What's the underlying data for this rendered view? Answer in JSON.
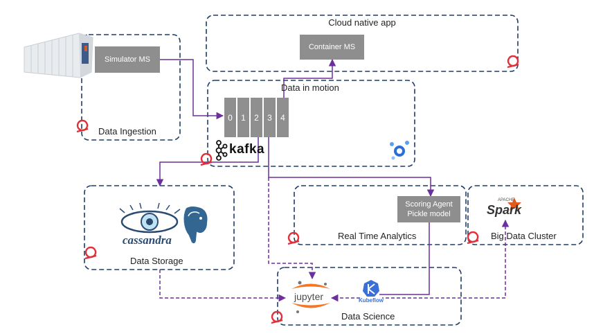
{
  "zones": {
    "cloud_native_app": "Cloud native app",
    "data_in_motion": "Data in motion",
    "data_ingestion": "Data Ingestion",
    "data_storage": "Data Storage",
    "real_time_analytics": "Real Time Analytics",
    "big_data_cluster": "Big Data Cluster",
    "data_science": "Data Science"
  },
  "components": {
    "simulator": "Simulator MS",
    "container": "Container MS",
    "scoring_line1": "Scoring Agent",
    "scoring_line2": "Pickle model"
  },
  "kafka": {
    "partitions": [
      "0",
      "1",
      "2",
      "3",
      "4"
    ]
  },
  "logos": {
    "kafka": "kafka",
    "cassandra": "cassandra",
    "jupyter": "jupyter",
    "kubeflow": "Kubeflow",
    "spark": "Spark",
    "spark_apache": "APACHE"
  },
  "colors": {
    "zone_border": "#1f3b66",
    "flow": "#6b2f9e",
    "openshift": "#e0303a",
    "box": "#8e8e8e"
  }
}
